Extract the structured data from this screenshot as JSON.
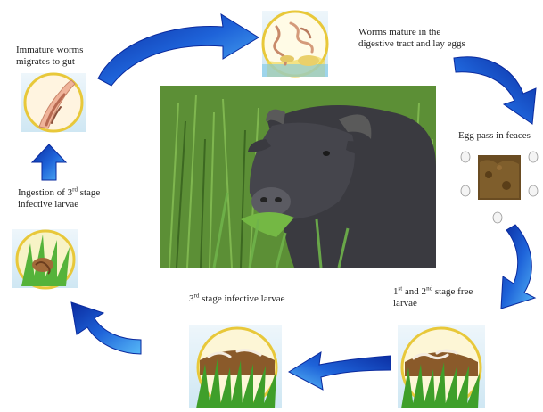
{
  "stages": {
    "mature": {
      "text": "Worms mature in the digestive tract and lay eggs"
    },
    "eggs": {
      "text": "Egg pass in feaces"
    },
    "free_larvae": {
      "ord1": "1",
      "sup1": "st",
      "mid": " and 2",
      "sup2": "nd",
      "rest": " stage free larvae"
    },
    "infective": {
      "ord": "3",
      "sup": "rd",
      "rest": " stage infective larvae"
    },
    "ingestion": {
      "pre": "Ingestion of 3",
      "sup": "rd",
      "rest": " stage infective larvae"
    },
    "immature": {
      "text": "Immature worms migrates to gut"
    }
  },
  "colors": {
    "arrow_dark": "#0a2a9e",
    "arrow_light": "#3fa6f2",
    "grass": "#3f9f2a",
    "soil": "#8a5a2a",
    "panel_border": "#e8c83a"
  }
}
